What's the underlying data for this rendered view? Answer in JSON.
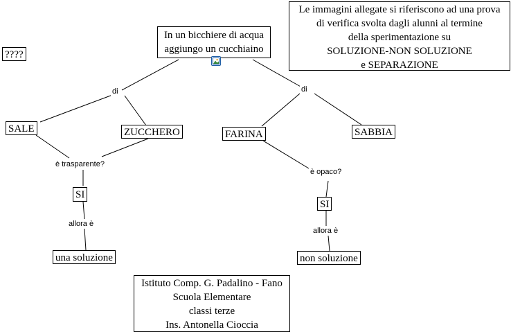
{
  "map": {
    "root": {
      "lines": [
        "In un bicchiere di acqua",
        "aggiungo un cucchiaino"
      ]
    },
    "info": {
      "lines": [
        "Le immagini allegate si riferiscono ad una prova",
        "di verifica svolta dagli alunni al termine",
        "della sperimentazione su",
        "SOLUZIONE-NON SOLUZIONE",
        "e SEPARAZIONE"
      ]
    },
    "question_mark_node": "????",
    "link_di_left": "di",
    "link_di_right": "di",
    "sale": "SALE",
    "zucchero": "ZUCCHERO",
    "farina": "FARINA",
    "sabbia": "SABBIA",
    "link_trasparente": "è trasparente?",
    "link_opaco": "è opaco?",
    "si_left": "SI",
    "si_right": "SI",
    "link_allora_left": "allora è",
    "link_allora_right": "allora è",
    "soluzione": "una soluzione",
    "non_soluzione": "non soluzione",
    "credits": {
      "lines": [
        "Istituto Comp. G. Padalino - Fano",
        "Scuola Elementare",
        "classi terze",
        "Ins. Antonella Cioccia"
      ]
    }
  }
}
